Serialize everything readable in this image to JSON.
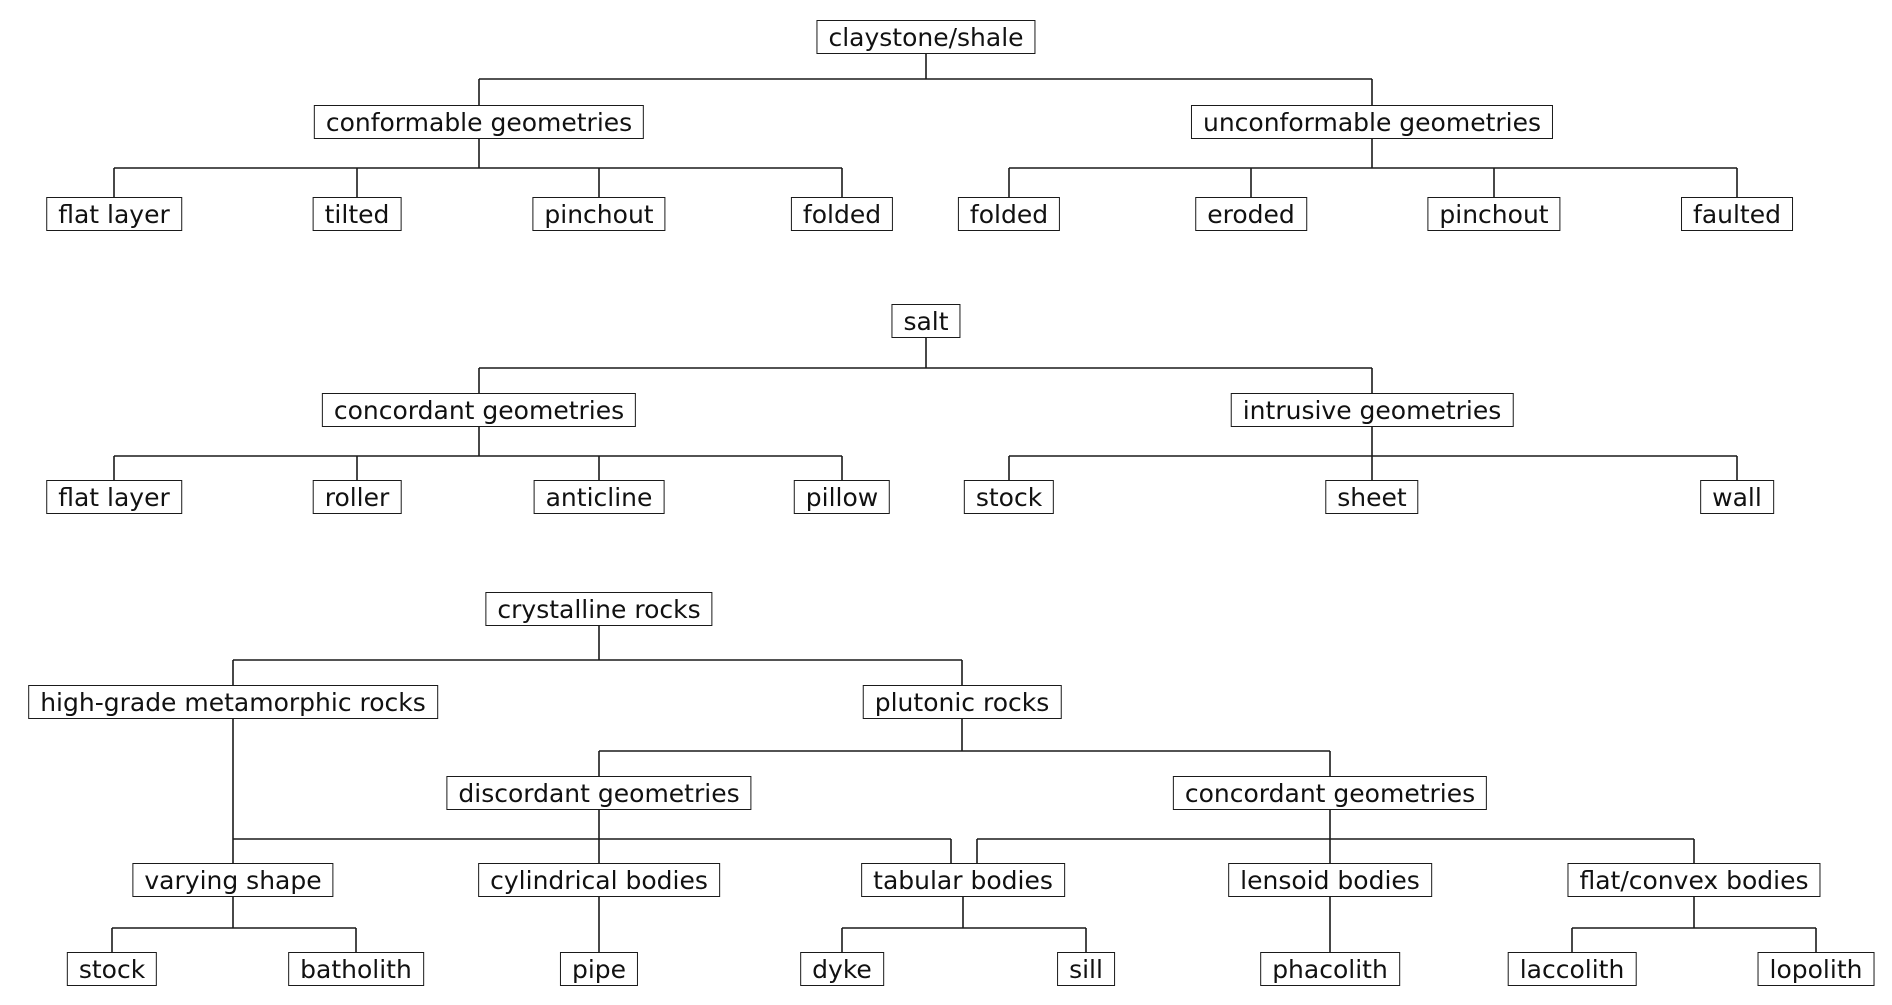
{
  "trees": [
    {
      "id": "claystone",
      "root": "claystone/shale",
      "groups": [
        {
          "id": "conformable",
          "label": "conformable geometries",
          "children": [
            {
              "id": "cf-flat-layer",
              "label": "flat layer"
            },
            {
              "id": "cf-tilted",
              "label": "tilted"
            },
            {
              "id": "cf-pinchout",
              "label": "pinchout"
            },
            {
              "id": "cf-folded",
              "label": "folded"
            }
          ]
        },
        {
          "id": "unconformable",
          "label": "unconformable geometries",
          "children": [
            {
              "id": "uc-folded",
              "label": "folded"
            },
            {
              "id": "uc-eroded",
              "label": "eroded"
            },
            {
              "id": "uc-pinchout",
              "label": "pinchout"
            },
            {
              "id": "uc-faulted",
              "label": "faulted"
            }
          ]
        }
      ]
    },
    {
      "id": "salt",
      "root": "salt",
      "groups": [
        {
          "id": "concordant",
          "label": "concordant geometries",
          "children": [
            {
              "id": "sc-flat-layer",
              "label": "flat layer"
            },
            {
              "id": "sc-roller",
              "label": "roller"
            },
            {
              "id": "sc-anticline",
              "label": "anticline"
            },
            {
              "id": "sc-pillow",
              "label": "pillow"
            }
          ]
        },
        {
          "id": "intrusive",
          "label": "intrusive geometries",
          "children": [
            {
              "id": "si-stock",
              "label": "stock"
            },
            {
              "id": "si-sheet",
              "label": "sheet"
            },
            {
              "id": "si-wall",
              "label": "wall"
            }
          ]
        }
      ]
    },
    {
      "id": "crystalline",
      "root": "crystalline rocks",
      "high_grade": "high-grade metamorphic rocks",
      "plutonic": "plutonic rocks",
      "discordant": "discordant geometries",
      "concordant": "concordant geometries",
      "shapes": [
        {
          "id": "varying-shape",
          "label": "varying shape",
          "children": [
            {
              "id": "vs-stock",
              "label": "stock"
            },
            {
              "id": "vs-batholith",
              "label": "batholith"
            }
          ]
        },
        {
          "id": "cylindrical-bodies",
          "label": "cylindrical bodies",
          "children": [
            {
              "id": "cb-pipe",
              "label": "pipe"
            }
          ]
        },
        {
          "id": "tabular-bodies",
          "label": "tabular bodies",
          "children": [
            {
              "id": "tb-dyke",
              "label": "dyke"
            },
            {
              "id": "tb-sill",
              "label": "sill"
            }
          ]
        },
        {
          "id": "lensoid-bodies",
          "label": "lensoid bodies",
          "children": [
            {
              "id": "lb-phacolith",
              "label": "phacolith"
            }
          ]
        },
        {
          "id": "flat-convex-bodies",
          "label": "flat/convex bodies",
          "children": [
            {
              "id": "fc-laccolith",
              "label": "laccolith"
            },
            {
              "id": "fc-lopolith",
              "label": "lopolith"
            }
          ]
        }
      ]
    }
  ]
}
